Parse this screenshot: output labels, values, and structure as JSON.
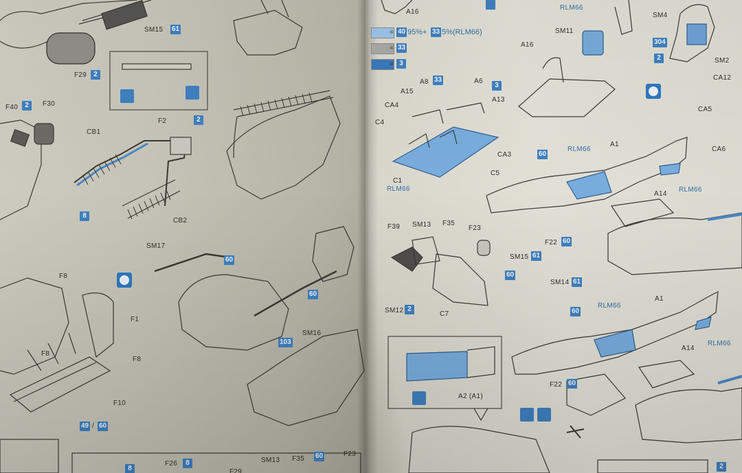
{
  "legend": {
    "mix_a": "95%+",
    "mix_b": "5%(RLM66)"
  },
  "labels": {
    "sm15_top": "SM15",
    "sm15": "SM15",
    "f29": "F29",
    "f40": "F40",
    "f30": "F30",
    "cb1": "CB1",
    "cb2": "CB2",
    "f2": "F2",
    "sm17": "SM17",
    "f8": "F8",
    "f1": "F1",
    "sm16": "SM16",
    "f10": "F10",
    "f26": "F26",
    "sm13": "SM13",
    "f35": "F35",
    "f23": "F23",
    "a16": "A16",
    "rlm66": "RLM66",
    "sm4": "SM4",
    "sm11": "SM11",
    "sm2": "SM2",
    "ca12": "CA12",
    "ca5": "CA5",
    "ca6": "CA6",
    "a8": "A8",
    "a6": "A6",
    "a15": "A15",
    "a13": "A13",
    "ca4": "CA4",
    "c4": "C4",
    "ca3": "CA3",
    "c5": "C5",
    "c1": "C1",
    "a1": "A1",
    "a14": "A14",
    "f39": "F39",
    "f22": "F22",
    "sm14": "SM14",
    "sm12": "SM12",
    "c7": "C7",
    "a2a1": "A2 (A1)",
    "eq": "=",
    "slash": "/",
    "blank": "",
    "n2": "2",
    "n3": "3",
    "n8": "8",
    "n33": "33",
    "n40": "40",
    "n49": "49",
    "n60": "60",
    "n61": "61",
    "n103": "103",
    "n304": "304",
    "page2": "2"
  }
}
